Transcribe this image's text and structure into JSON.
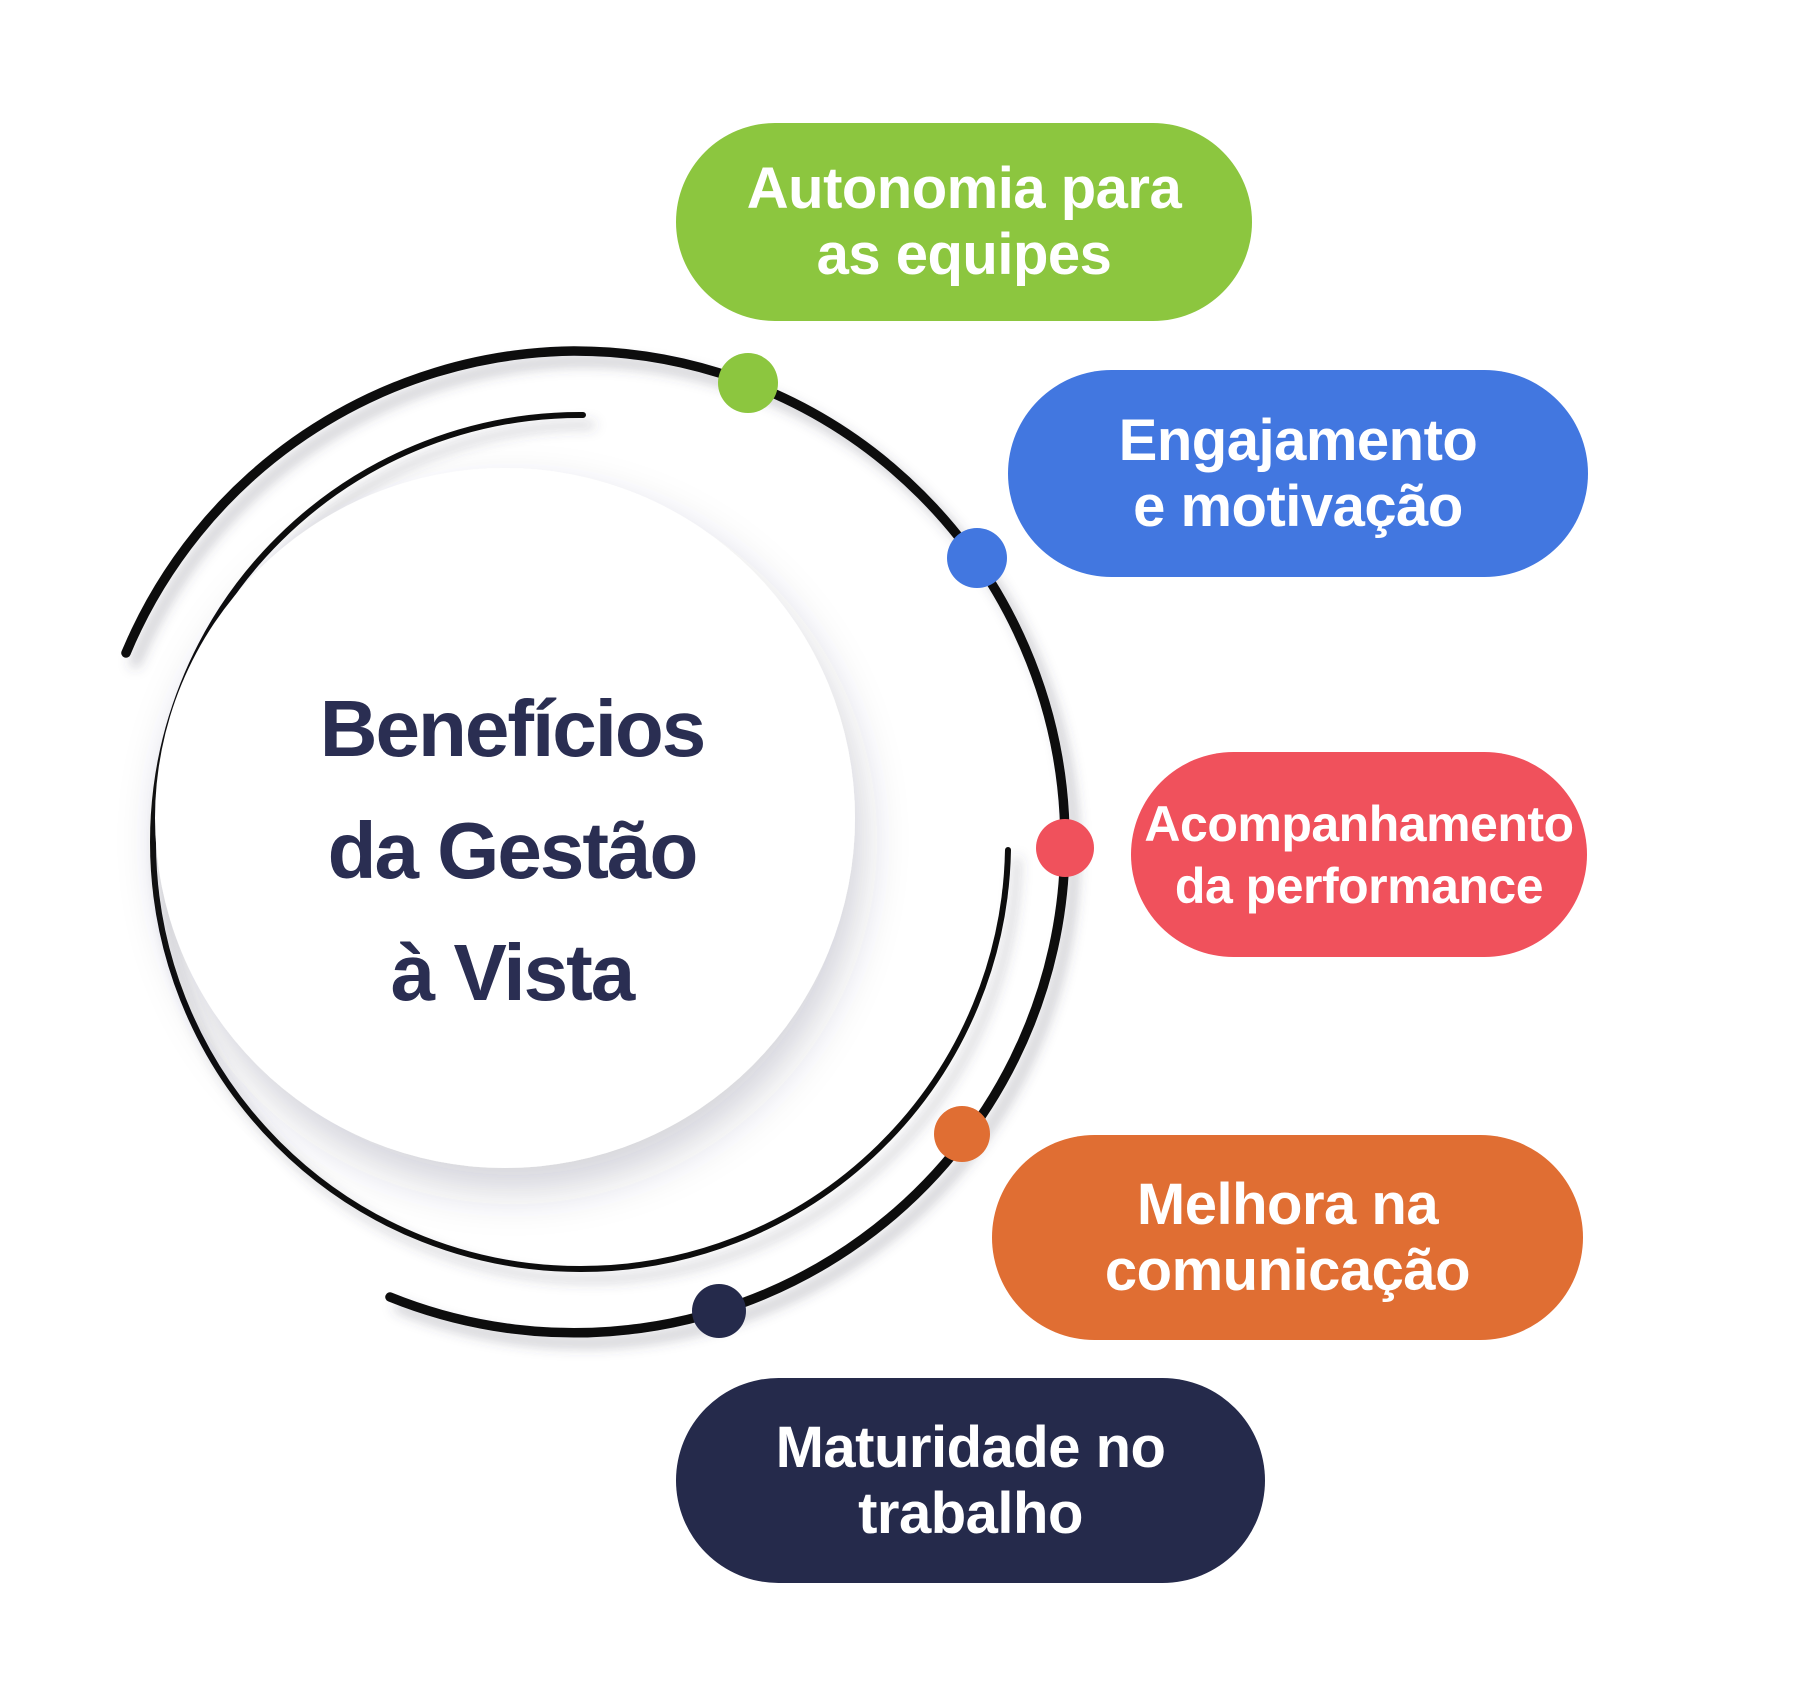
{
  "title": {
    "text": "Benefícios\nda Gestão\nà Vista",
    "color": "#2A2E52"
  },
  "benefits": [
    {
      "label": "Autonomia para\nas equipes",
      "color": "#8CC63F"
    },
    {
      "label": "Engajamento\ne motivação",
      "color": "#4277E0"
    },
    {
      "label": "Acompanhamento\nda performance",
      "color": "#F0515C"
    },
    {
      "label": "Melhora na\ncomunicação",
      "color": "#E06E33"
    },
    {
      "label": "Maturidade no\ntrabalho",
      "color": "#252A4B"
    }
  ],
  "ring": {
    "color": "#0C0C0E"
  },
  "background_color": "#FFFFFF"
}
